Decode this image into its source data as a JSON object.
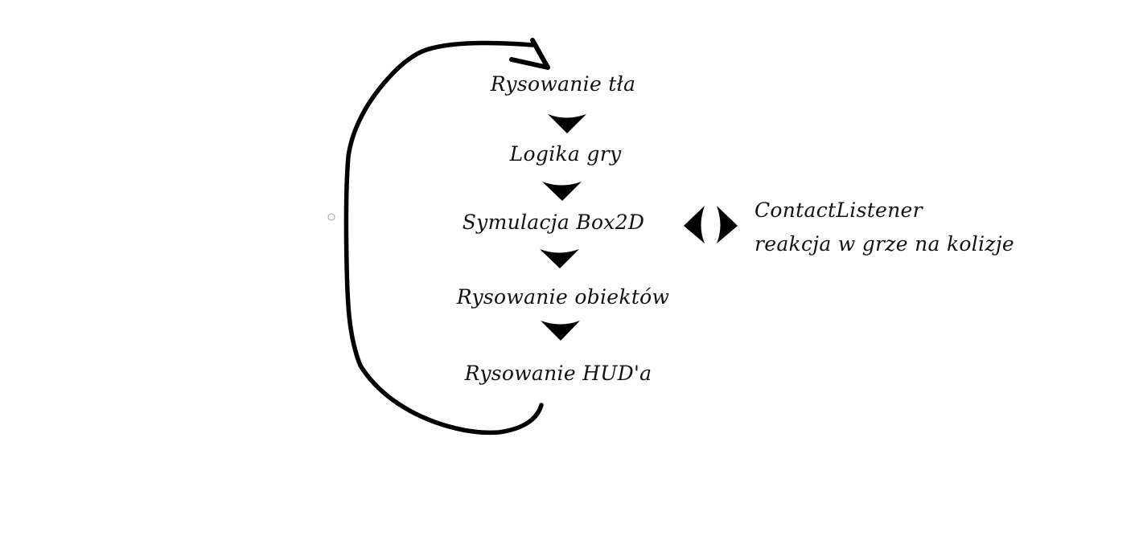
{
  "diagram": {
    "steps": [
      {
        "label": "Rysowanie tła"
      },
      {
        "label": "Logika gry"
      },
      {
        "label": "Symulacja Box2D"
      },
      {
        "label": "Rysowanie obiektów"
      },
      {
        "label": "Rysowanie HUD'a"
      }
    ],
    "side_note": {
      "line1": "ContactListener",
      "line2": "reakcja w grze na kolizje"
    },
    "colors": {
      "ink": "#000000",
      "text": "#111111",
      "handle": "#b0b0b0"
    },
    "icons": {
      "down_arrow": "chevron-down-icon",
      "loop_arrow": "loop-arrow-icon",
      "bidirectional": "double-chevron-icon"
    }
  }
}
